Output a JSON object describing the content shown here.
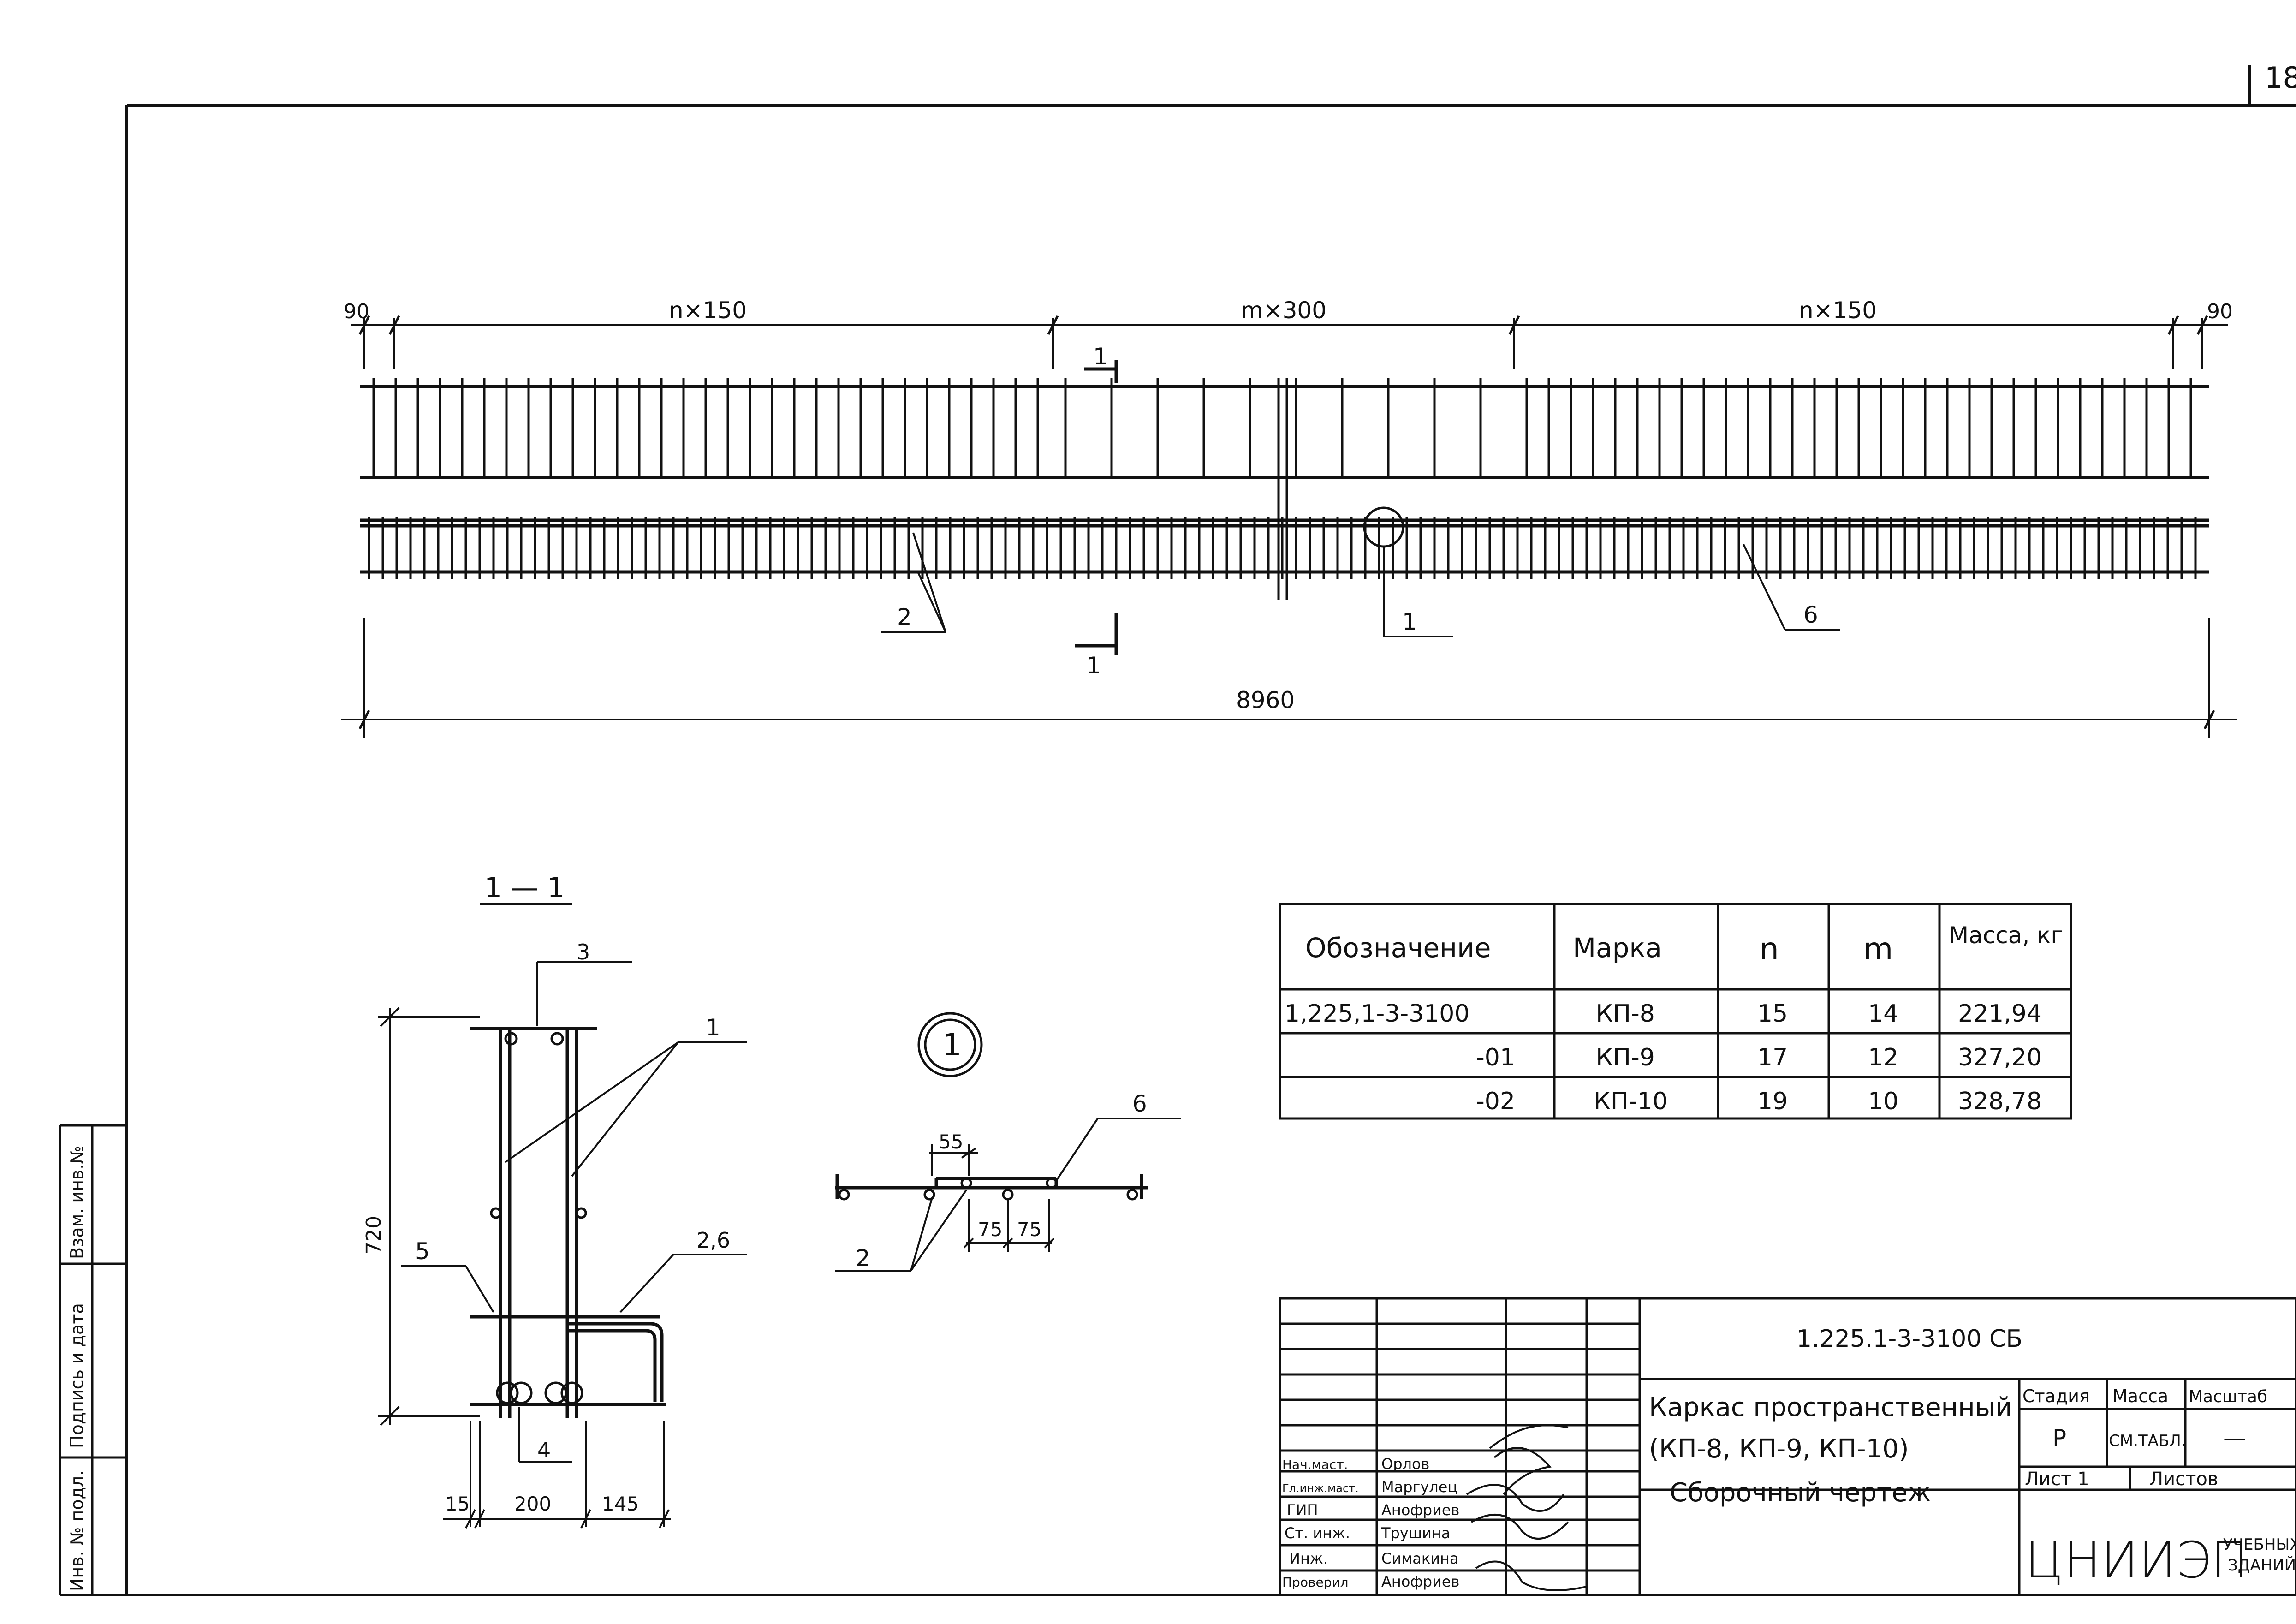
{
  "sheet_number": "18",
  "elevation": {
    "dim_end_left": "90",
    "dim_left": "n×150",
    "dim_middle": "m×300",
    "dim_right": "n×150",
    "dim_end_right": "90",
    "dim_total": "8960",
    "section_mark": "1",
    "callout_pos_2": "2",
    "callout_pos_1": "1",
    "callout_pos_6": "6"
  },
  "section": {
    "title": "1 — 1",
    "pos_3": "3",
    "pos_1": "1",
    "pos_5": "5",
    "pos_26": "2,6",
    "pos_4": "4",
    "height": "720",
    "dim_15": "15",
    "dim_200": "200",
    "dim_145": "145"
  },
  "node": {
    "label": "1",
    "pos_6": "6",
    "pos_2": "2",
    "dim_55": "55",
    "dim_75a": "75",
    "dim_75b": "75"
  },
  "table": {
    "headers": [
      "Обозначение",
      "Марка",
      "n",
      "m",
      "Масса, кг"
    ],
    "rows": [
      [
        "1,225,1-3-3100",
        "КП-8",
        "15",
        "14",
        "221,94"
      ],
      [
        "-01",
        "КП-9",
        "17",
        "12",
        "327,20"
      ],
      [
        "-02",
        "КП-10",
        "19",
        "10",
        "328,78"
      ]
    ]
  },
  "title_block": {
    "code": "1.225.1-3-3100 СБ",
    "name_line1": "Каркас пространственный",
    "name_line2": "(КП-8, КП-9, КП-10)",
    "name_line3": "Сборочный чертеж",
    "stage_label": "Стадия",
    "mass_label": "Масса",
    "scale_label": "Масштаб",
    "stage_value": "Р",
    "mass_value": "СМ.ТАБЛ.",
    "scale_value": "—",
    "sheet_label": "Лист 1",
    "sheets_label": "Листов",
    "org_main": "ЦНИИЭП",
    "org_sub1": "УЧЕБНЫХ",
    "org_sub2": "ЗДАНИЙ",
    "staff": [
      {
        "role": "Нач.маст.",
        "name": "Орлов"
      },
      {
        "role": "Гл.инж.маст.",
        "name": "Маргулец"
      },
      {
        "role": "ГИП",
        "name": "Анофриев"
      },
      {
        "role": "Ст. инж.",
        "name": "Трушина"
      },
      {
        "role": "Инж.",
        "name": "Симакина"
      },
      {
        "role": "Проверил",
        "name": "Анофриев"
      }
    ]
  },
  "side_stamp": {
    "inv_podl": "Инв. № подл.",
    "podpis": "Подпись и дата",
    "vzam": "Взам. инв.№"
  }
}
